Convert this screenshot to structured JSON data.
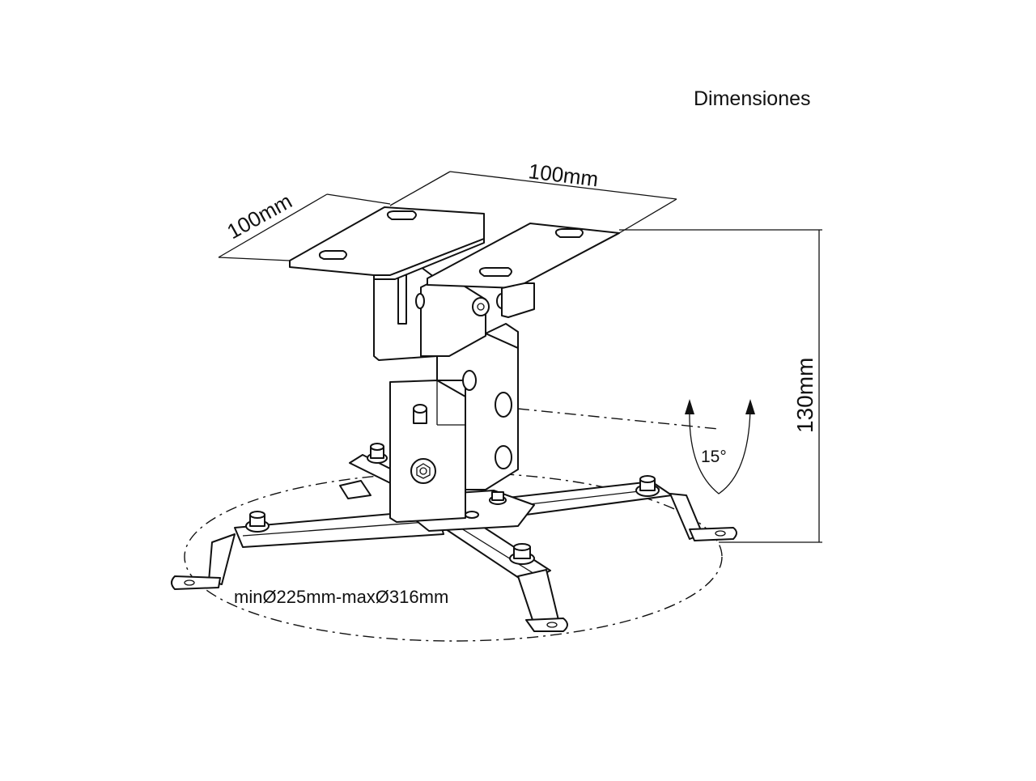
{
  "title": "Dimensiones",
  "dimensions": {
    "depth": "100mm",
    "width": "100mm",
    "height": "130mm",
    "tilt": "15°",
    "diameter": "minØ225mm-maxØ316mm"
  }
}
